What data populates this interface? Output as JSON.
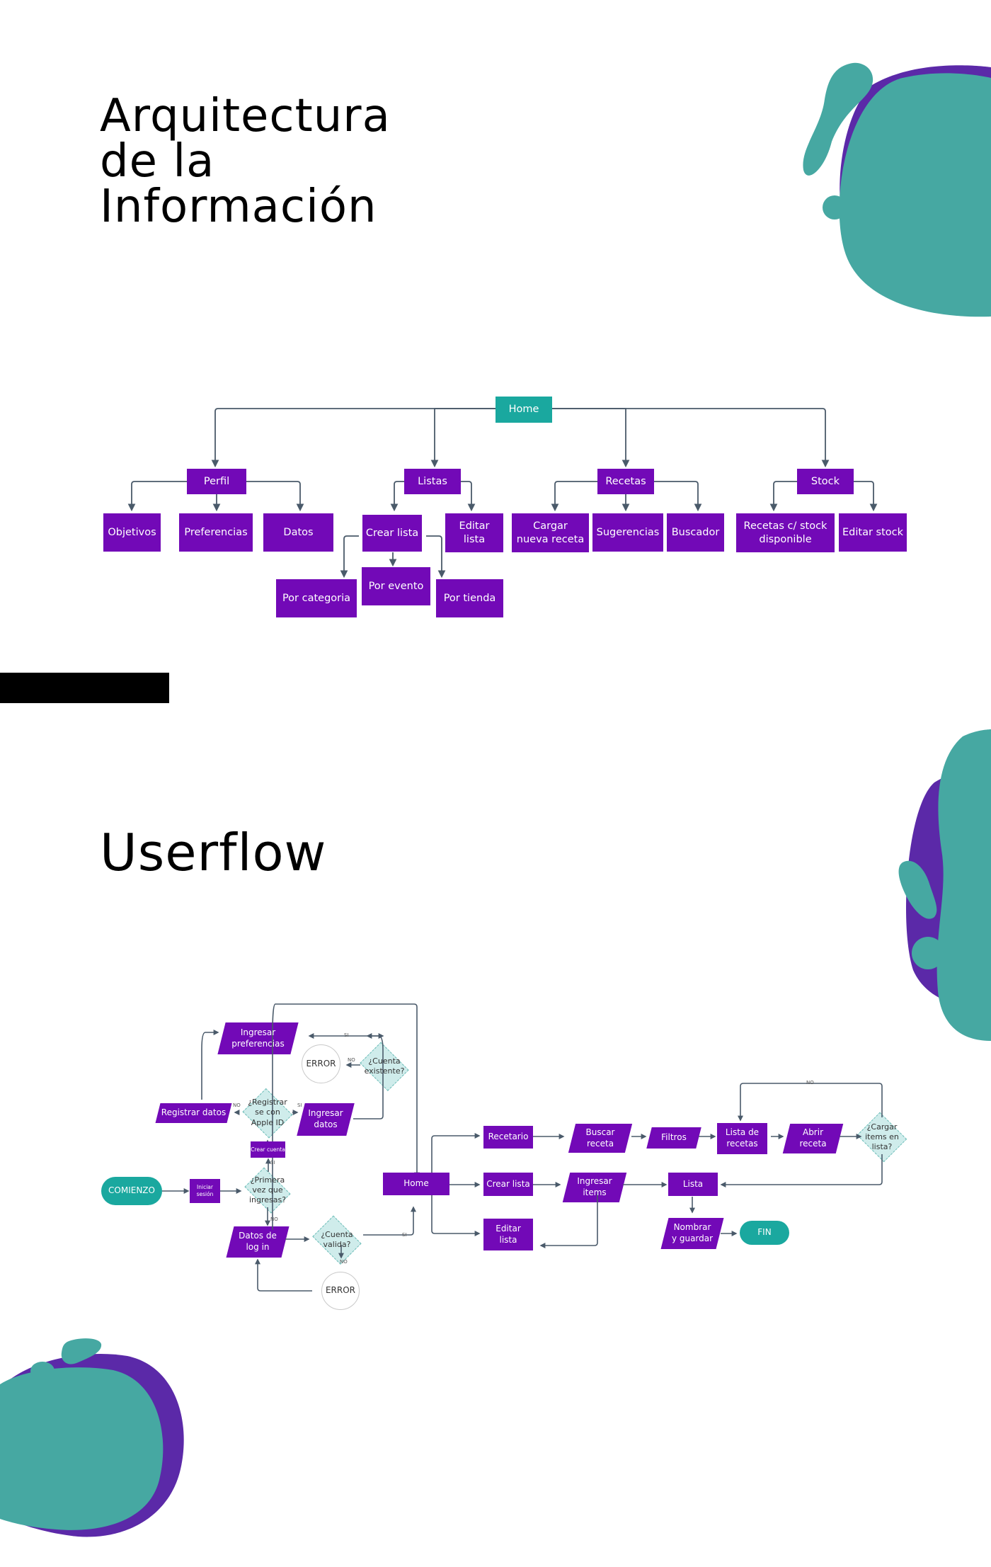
{
  "titles": {
    "architecture": [
      "Arquitectura",
      "de la",
      "Información"
    ],
    "userflow": "Userflow"
  },
  "colors": {
    "node_purple": "#7209b7",
    "node_teal": "#1aa89f",
    "blob_teal": "#46a8a2",
    "blob_purple": "#5b29a8",
    "decision_fill": "#cfeceb",
    "connector": "#4a5a6a"
  },
  "architecture": {
    "root": "Home",
    "sections": [
      {
        "label": "Perfil",
        "children": [
          "Objetivos",
          "Preferencias",
          "Datos"
        ]
      },
      {
        "label": "Listas",
        "children": [
          "Crear lista",
          "Editar lista"
        ],
        "sub_children": [
          "Por categoria",
          "Por evento",
          "Por tienda"
        ]
      },
      {
        "label": "Recetas",
        "children": [
          "Cargar nueva receta",
          "Sugerencias",
          "Buscador"
        ]
      },
      {
        "label": "Stock",
        "children": [
          "Recetas c/ stock disponible",
          "Editar stock"
        ]
      }
    ]
  },
  "userflow": {
    "start": "COMIENZO",
    "iniciar_sesion": "Iniciar sesión",
    "primera_vez": "¿Primera vez que ingresas?",
    "crear_cuenta": "Crear cuenta",
    "registrar_apple": "¿Registrar se con Apple ID",
    "registrar_datos": "Registrar datos",
    "ingresar_preferencias": "Ingresar preferencias",
    "error_top": "ERROR",
    "cuenta_existente": "¿Cuenta existente?",
    "ingresar_datos": "Ingresar datos",
    "datos_login": "Datos de log in",
    "cuenta_valida": "¿Cuenta valida?",
    "error_bottom": "ERROR",
    "home": "Home",
    "recetario": "Recetario",
    "buscar_receta": "Buscar receta",
    "filtros": "Filtros",
    "lista_recetas": "Lista de recetas",
    "abrir_receta": "Abrir receta",
    "cargar_items": "¿Cargar items en lista?",
    "crear_lista": "Crear lista",
    "ingresar_items": "Ingresar items",
    "lista": "Lista",
    "editar_lista": "Editar lista",
    "nombrar_guardar": "Nombrar y guardar",
    "fin": "FIN",
    "labels": {
      "si": "SI",
      "no": "NO"
    }
  }
}
